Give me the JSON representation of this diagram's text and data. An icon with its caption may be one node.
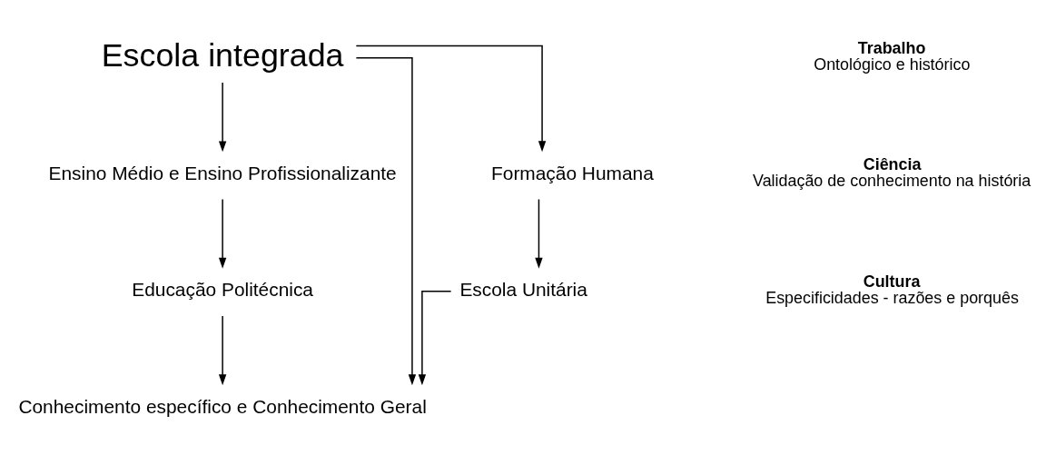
{
  "diagram": {
    "nodes": [
      {
        "text": [
          "Escola integrada"
        ]
      },
      {
        "text": [
          "Formação Humana"
        ]
      },
      {
        "text": [
          "Ensino Médio e Ensino Profissionalizante"
        ]
      },
      {
        "text": [
          "Conhecimento específico e Conhecimento Geral"
        ]
      },
      {
        "text": [
          "Escola Unitária"
        ]
      },
      {
        "text": [
          "Educação Politécnica"
        ]
      }
    ],
    "edges": [
      {
        "from": 0,
        "to": 1,
        "arrow": "to"
      },
      {
        "from": 0,
        "to": 2,
        "arrow": "to"
      },
      {
        "from": 0,
        "to": 3,
        "arrow": "to"
      },
      {
        "from": 1,
        "to": 4,
        "arrow": "to"
      },
      {
        "from": 2,
        "to": 5,
        "arrow": "to"
      },
      {
        "from": 4,
        "to": 3,
        "arrow": "to"
      },
      {
        "from": 5,
        "to": 3,
        "arrow": "to"
      }
    ],
    "labels": [
      "Trabalho",
      "Ontológico e histórico",
      "Ciência",
      "Validação de conhecimento na história",
      "Cultura",
      "Especificidades - razões e porquês"
    ]
  }
}
